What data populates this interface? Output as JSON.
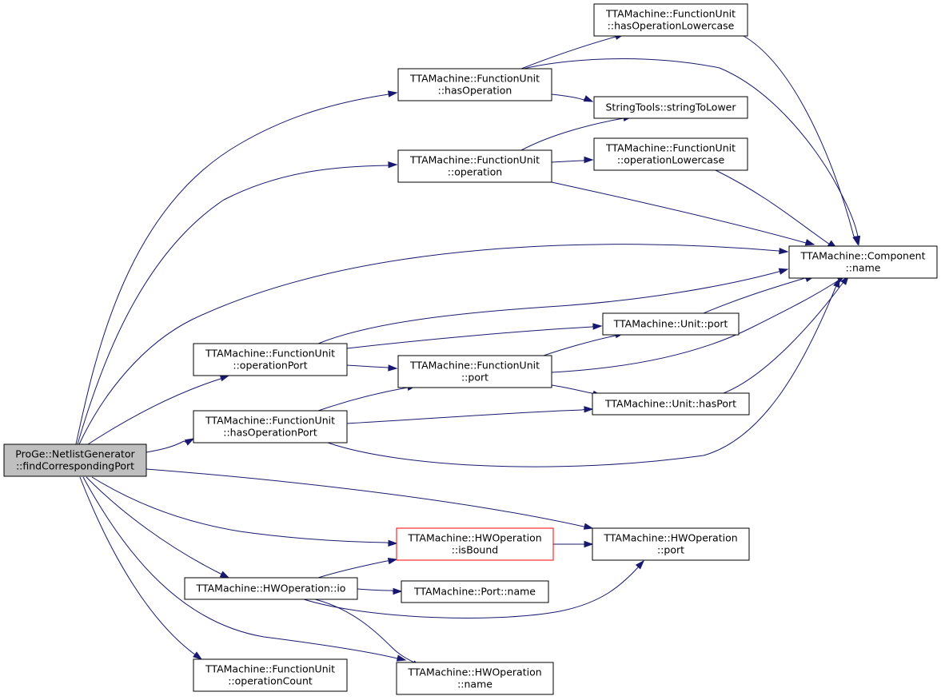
{
  "graph": {
    "edge_color": "#191970",
    "root_fill": "#bfbfbf",
    "highlight_border": "#ff0000",
    "nodes": [
      {
        "id": "root",
        "lines": [
          "ProGe::NetlistGenerator",
          "::findCorrespondingPort"
        ],
        "style": "root"
      },
      {
        "id": "fu_hasOperationLowercase",
        "lines": [
          "TTAMachine::FunctionUnit",
          "::hasOperationLowercase"
        ]
      },
      {
        "id": "fu_hasOperation",
        "lines": [
          "TTAMachine::FunctionUnit",
          "::hasOperation"
        ]
      },
      {
        "id": "stringToLower",
        "lines": [
          "StringTools::stringToLower"
        ]
      },
      {
        "id": "fu_operationLowercase",
        "lines": [
          "TTAMachine::FunctionUnit",
          "::operationLowercase"
        ]
      },
      {
        "id": "fu_operation",
        "lines": [
          "TTAMachine::FunctionUnit",
          "::operation"
        ]
      },
      {
        "id": "component_name",
        "lines": [
          "TTAMachine::Component",
          "::name"
        ]
      },
      {
        "id": "unit_port",
        "lines": [
          "TTAMachine::Unit::port"
        ]
      },
      {
        "id": "fu_operationPort",
        "lines": [
          "TTAMachine::FunctionUnit",
          "::operationPort"
        ]
      },
      {
        "id": "fu_port",
        "lines": [
          "TTAMachine::FunctionUnit",
          "::port"
        ]
      },
      {
        "id": "unit_hasPort",
        "lines": [
          "TTAMachine::Unit::hasPort"
        ]
      },
      {
        "id": "fu_hasOperationPort",
        "lines": [
          "TTAMachine::FunctionUnit",
          "::hasOperationPort"
        ]
      },
      {
        "id": "hwop_isBound",
        "lines": [
          "TTAMachine::HWOperation",
          "::isBound"
        ],
        "style": "red"
      },
      {
        "id": "hwop_port",
        "lines": [
          "TTAMachine::HWOperation",
          "::port"
        ]
      },
      {
        "id": "hwop_io",
        "lines": [
          "TTAMachine::HWOperation::io"
        ]
      },
      {
        "id": "port_name",
        "lines": [
          "TTAMachine::Port::name"
        ]
      },
      {
        "id": "fu_operationCount",
        "lines": [
          "TTAMachine::FunctionUnit",
          "::operationCount"
        ]
      },
      {
        "id": "hwop_name",
        "lines": [
          "TTAMachine::HWOperation",
          "::name"
        ]
      }
    ],
    "edges": [
      {
        "from": "root",
        "to": "fu_hasOperation"
      },
      {
        "from": "root",
        "to": "fu_operation"
      },
      {
        "from": "root",
        "to": "component_name"
      },
      {
        "from": "root",
        "to": "fu_operationPort"
      },
      {
        "from": "root",
        "to": "fu_hasOperationPort"
      },
      {
        "from": "root",
        "to": "hwop_port"
      },
      {
        "from": "root",
        "to": "hwop_isBound"
      },
      {
        "from": "root",
        "to": "hwop_io"
      },
      {
        "from": "root",
        "to": "fu_operationCount"
      },
      {
        "from": "root",
        "to": "hwop_name"
      },
      {
        "from": "fu_hasOperation",
        "to": "fu_hasOperationLowercase"
      },
      {
        "from": "fu_hasOperation",
        "to": "component_name"
      },
      {
        "from": "fu_hasOperation",
        "to": "stringToLower"
      },
      {
        "from": "fu_hasOperationLowercase",
        "to": "component_name"
      },
      {
        "from": "fu_operation",
        "to": "stringToLower"
      },
      {
        "from": "fu_operation",
        "to": "fu_operationLowercase"
      },
      {
        "from": "fu_operation",
        "to": "component_name"
      },
      {
        "from": "fu_operationLowercase",
        "to": "component_name"
      },
      {
        "from": "fu_operationPort",
        "to": "component_name"
      },
      {
        "from": "fu_operationPort",
        "to": "unit_port"
      },
      {
        "from": "fu_operationPort",
        "to": "fu_port"
      },
      {
        "from": "fu_port",
        "to": "unit_port"
      },
      {
        "from": "fu_port",
        "to": "component_name"
      },
      {
        "from": "fu_port",
        "to": "unit_hasPort"
      },
      {
        "from": "unit_port",
        "to": "component_name"
      },
      {
        "from": "unit_hasPort",
        "to": "component_name"
      },
      {
        "from": "fu_hasOperationPort",
        "to": "fu_port"
      },
      {
        "from": "fu_hasOperationPort",
        "to": "unit_hasPort"
      },
      {
        "from": "fu_hasOperationPort",
        "to": "component_name"
      },
      {
        "from": "hwop_isBound",
        "to": "hwop_port"
      },
      {
        "from": "hwop_io",
        "to": "hwop_isBound"
      },
      {
        "from": "hwop_io",
        "to": "port_name"
      },
      {
        "from": "hwop_io",
        "to": "hwop_port"
      },
      {
        "from": "hwop_io",
        "to": "hwop_name"
      }
    ]
  }
}
